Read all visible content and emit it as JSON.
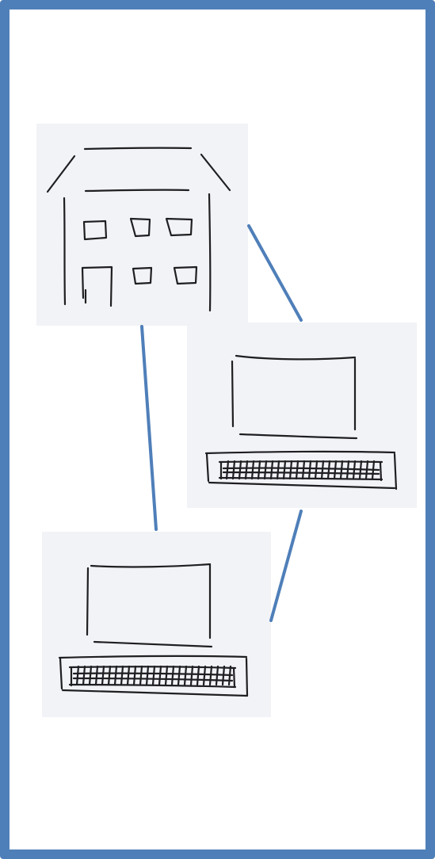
{
  "diagram": {
    "frame_color": "#4f7fb9",
    "connector_color": "#4f7fb9",
    "card_background": "#f2f3f6",
    "sketch_ink_color": "#1f1f22",
    "nodes": [
      {
        "id": "building",
        "icon": "building-sketch-icon"
      },
      {
        "id": "computer-a",
        "icon": "computer-sketch-icon"
      },
      {
        "id": "computer-b",
        "icon": "computer-sketch-icon"
      }
    ],
    "edges": [
      {
        "from": "building",
        "to": "computer-a"
      },
      {
        "from": "building",
        "to": "computer-b"
      },
      {
        "from": "computer-a",
        "to": "computer-b"
      }
    ]
  }
}
